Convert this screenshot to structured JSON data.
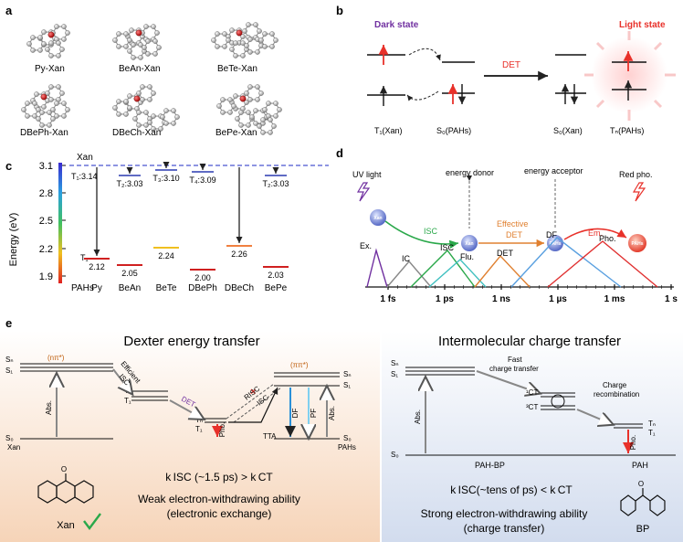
{
  "panel_labels": {
    "a": "a",
    "b": "b",
    "c": "c",
    "d": "d",
    "e": "e"
  },
  "panel_a": {
    "molecules": [
      "Py-Xan",
      "BeAn-Xan",
      "BeTe-Xan",
      "DBePh-Xan",
      "DBeCh-Xan",
      "BePe-Xan"
    ]
  },
  "panel_b": {
    "dark_state": "Dark state",
    "light_state": "Light state",
    "det": "DET",
    "t1_xan": "T₁(Xan)",
    "s0_pahs": "S₀(PAHs)",
    "s0_xan": "S₀(Xan)",
    "tn_pahs": "Tₙ(PAHs)",
    "colors": {
      "dark": "#7030a0",
      "light": "#e8312a",
      "det": "#e8312a"
    }
  },
  "panel_c": {
    "ylabel": "Energy (eV)",
    "xan": "Xan",
    "t1_label": "T₁",
    "pahs": "PAHs",
    "t1xan_label": "T₁:3.14",
    "yticks": [
      "3.1",
      "2.8",
      "2.5",
      "2.2",
      "1.9"
    ],
    "categories": [
      "Py",
      "BeAn",
      "BeTe",
      "DBePh",
      "DBeCh",
      "BePe"
    ],
    "triplet_labels": [
      "T₂:3.03",
      "T₃:3.10",
      "T₄:3.09",
      "T₂:3.03"
    ],
    "t1_values": [
      "2.12",
      "2.05",
      "2.24",
      "2.00",
      "2.26",
      "2.03"
    ]
  },
  "panel_d": {
    "uv_light": "UV light",
    "energy_donor": "energy donor",
    "energy_acceptor": "energy acceptor",
    "red_pho": "Red pho.",
    "isc": "ISC",
    "effective": "Effective",
    "det": "DET",
    "em": "Em.",
    "node_xan1": "Xan",
    "node_xan2": "Xan",
    "node_pahs1": "PAHs",
    "node_pahs2": "PAHs",
    "peaks": [
      "Ex.",
      "IC",
      "ISC",
      "Flu.",
      "DET",
      "DF",
      "Pho."
    ],
    "time_ticks": [
      "1 fs",
      "1 ps",
      "1 ns",
      "1 µs",
      "1 ms",
      "1 s"
    ]
  },
  "panel_e": {
    "left_title": "Dexter energy transfer",
    "right_title": "Intermolecular charge transfer",
    "sn": "Sₙ",
    "s1": "S₁",
    "s0": "S₀",
    "tn": "Tₙ",
    "t1": "T₁",
    "npi": "(nπ*)",
    "pipi": "(ππ*)",
    "efficient": "Efficient",
    "isc": "ISC",
    "det": "DET",
    "risc": "RISC",
    "tta": "TTA",
    "df": "DF",
    "pf": "PF",
    "abs": "Abs.",
    "pho": "Pho.",
    "xan": "Xan",
    "pahs": "PAHs",
    "left_kinetics": "k ISC (~1.5 ps) > k CT",
    "left_desc1": "Weak electron-withdrawing ability",
    "left_desc2": "(electronic exchange)",
    "xan_label": "Xan",
    "fast_ct1": "Fast",
    "fast_ct2": "charge transfer",
    "ct1": "¹CT",
    "ct3": "³CT",
    "charge_rec1": "Charge",
    "charge_rec2": "recombination",
    "pah_bp": "PAH-BP",
    "pah": "PAH",
    "right_kinetics": "k ISC(~tens of ps) < k CT",
    "right_desc1": "Strong electron-withdrawing ability",
    "right_desc2": "(charge transfer)",
    "bp_label": "BP"
  }
}
